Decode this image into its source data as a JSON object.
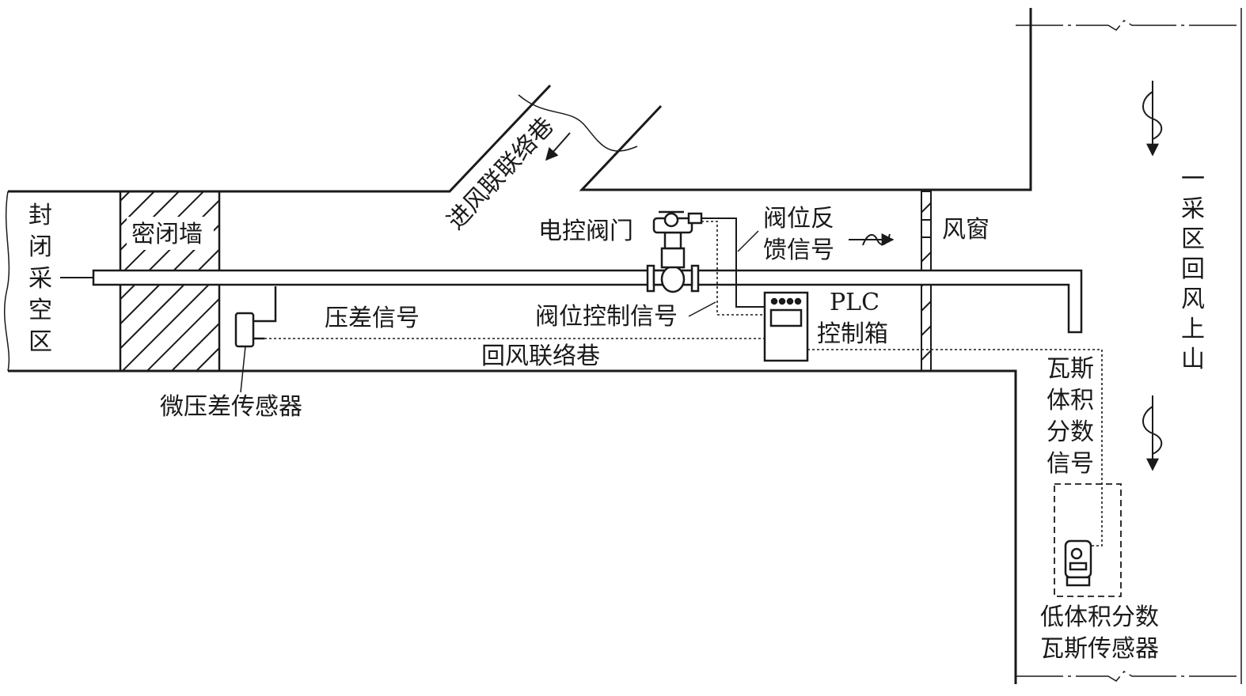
{
  "labels": {
    "sealed_goaf": [
      "封",
      "闭",
      "采",
      "空",
      "区"
    ],
    "seal_wall": "密闭墙",
    "intake_roadway": "进风联联络巷",
    "electric_valve": "电控阀门",
    "valve_feedback_line1": "阀位反",
    "valve_feedback_line2": "馈信号",
    "air_window": "风窗",
    "pressure_signal": "压差信号",
    "valve_control_signal": "阀位控制信号",
    "plc_line1": "PLC",
    "plc_line2": "控制箱",
    "return_roadway": "回风联络巷",
    "micro_pressure_sensor": "微压差传感器",
    "return_uphill": [
      "一",
      "采",
      "区",
      "回",
      "风",
      "上",
      "山"
    ],
    "gas_signal": [
      "瓦斯",
      "体积",
      "分数",
      "信号"
    ],
    "gas_sensor_line1": "低体积分数",
    "gas_sensor_line2": "瓦斯传感器"
  },
  "colors": {
    "line": "#1a1a1a",
    "background": "#ffffff"
  }
}
